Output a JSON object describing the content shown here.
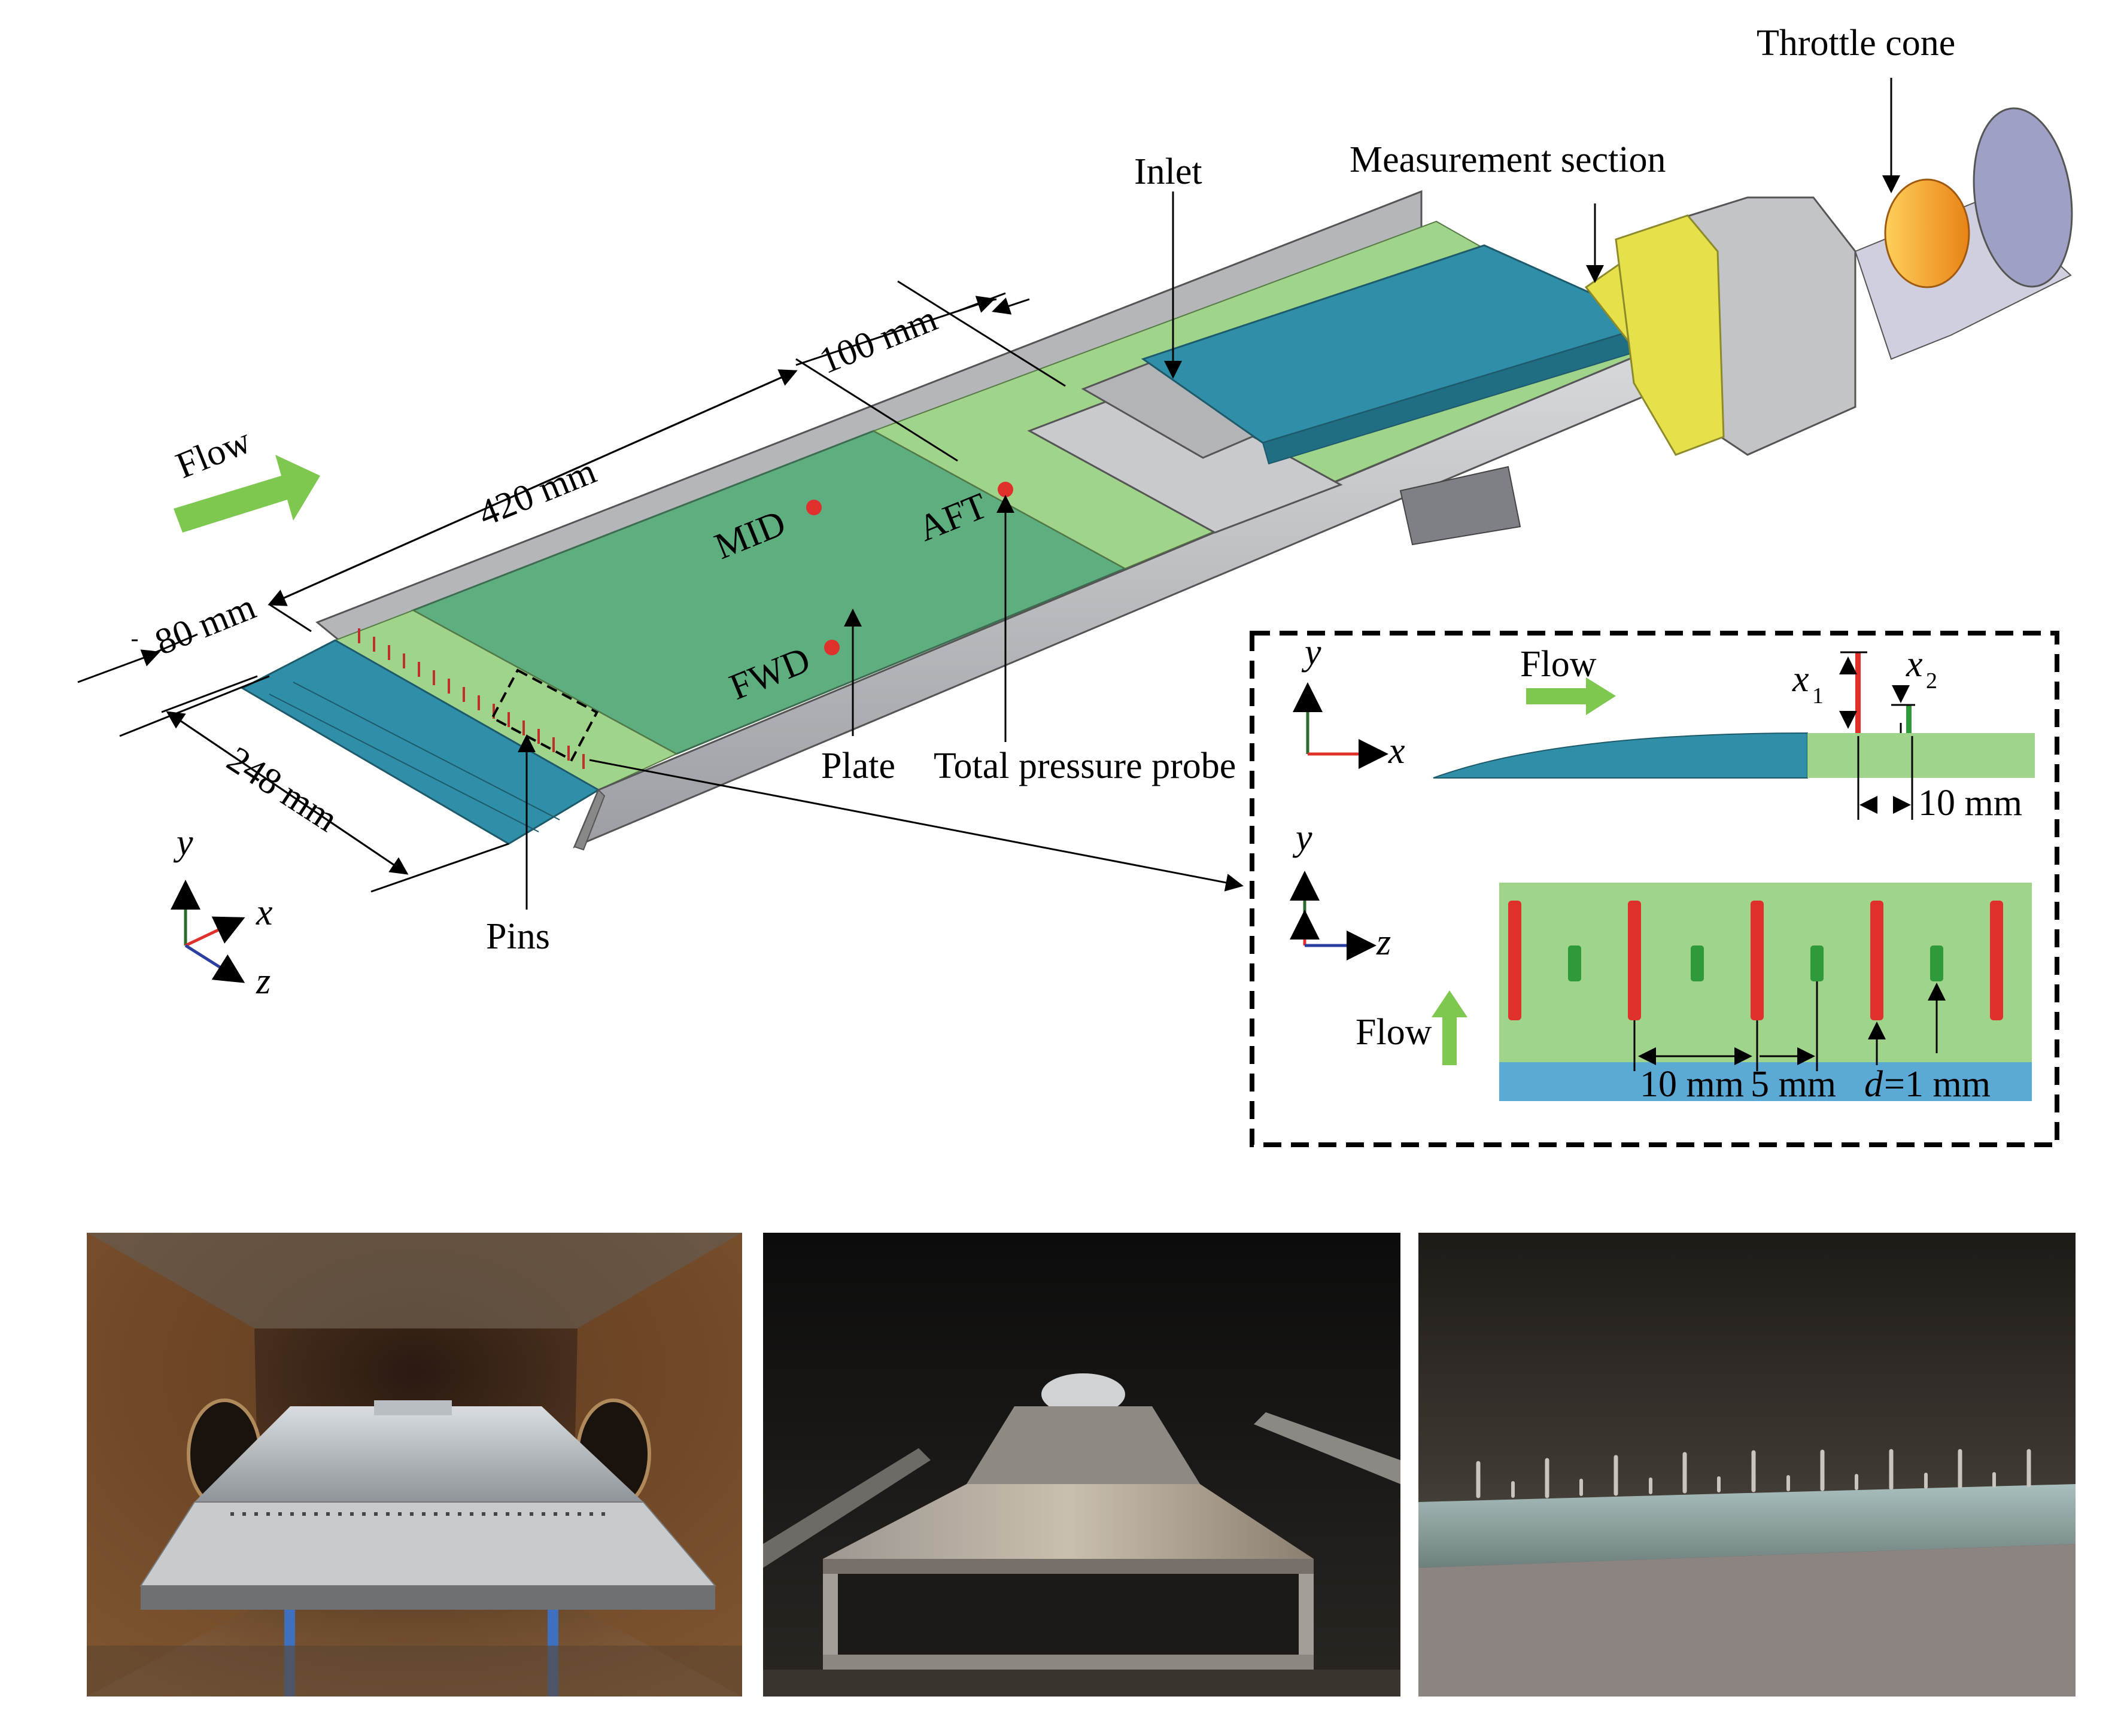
{
  "labels": {
    "throttle_cone": "Throttle cone",
    "measurement_section": "Measurement section",
    "inlet": "Inlet",
    "flow": "Flow",
    "dim_100": "100 mm",
    "dim_420": "420 mm",
    "dim_80": "80 mm",
    "dim_248": "248 mm",
    "mid": "MID",
    "aft": "AFT",
    "fwd": "FWD",
    "plate": "Plate",
    "total_pressure_probe": "Total pressure probe",
    "pins": "Pins"
  },
  "axes_main": {
    "y": "y",
    "x": "x",
    "z": "z"
  },
  "inset": {
    "flow_top": "Flow",
    "x1": "x",
    "x1_sub": "1",
    "x2": "x",
    "x2_sub": "2",
    "dim_10_top": "10 mm",
    "axis_y_top": "y",
    "axis_x_top": "x",
    "axis_y_bottom": "y",
    "axis_z_bottom": "z",
    "flow_bottom": "Flow",
    "dim_10_bottom": "10 mm",
    "dim_5": "5 mm",
    "d_italic": "d",
    "d_value": "=1 mm"
  },
  "colors": {
    "plate_green": "#5fae7f",
    "light_green": "#9fd48a",
    "teal": "#2f8fa8",
    "frame_gray": "#bfc0c4",
    "yellow": "#e6e04a",
    "orange": "#f19a2a",
    "pin_red": "#e0302b",
    "pin_green": "#2e9a3a",
    "flow_arrow": "#7ec850",
    "axis_red": "#e0302b",
    "axis_blue": "#2b3fa0",
    "axis_green": "#2d6a2d"
  },
  "photos": [
    {
      "name": "photo-tunnel-overview"
    },
    {
      "name": "photo-plate-leading-edge"
    },
    {
      "name": "photo-pins-closeup"
    }
  ]
}
